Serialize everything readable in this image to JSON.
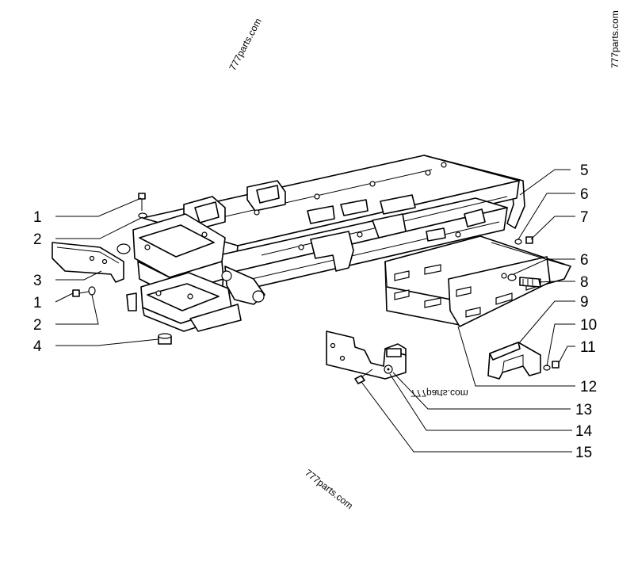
{
  "watermarks": {
    "top_left": "777parts.com",
    "top_right": "777parts.com",
    "middle_mirrored": "777parts.com",
    "bottom": "777parts.com"
  },
  "callouts": [
    {
      "id": "c1a",
      "label": "1"
    },
    {
      "id": "c2a",
      "label": "2"
    },
    {
      "id": "c3",
      "label": "3"
    },
    {
      "id": "c1b",
      "label": "1"
    },
    {
      "id": "c2b",
      "label": "2"
    },
    {
      "id": "c4",
      "label": "4"
    },
    {
      "id": "c5",
      "label": "5"
    },
    {
      "id": "c6a",
      "label": "6"
    },
    {
      "id": "c7",
      "label": "7"
    },
    {
      "id": "c6b",
      "label": "6"
    },
    {
      "id": "c8",
      "label": "8"
    },
    {
      "id": "c9",
      "label": "9"
    },
    {
      "id": "c10",
      "label": "10"
    },
    {
      "id": "c11",
      "label": "11"
    },
    {
      "id": "c12",
      "label": "12"
    },
    {
      "id": "c13",
      "label": "13"
    },
    {
      "id": "c14",
      "label": "14"
    },
    {
      "id": "c15",
      "label": "15"
    }
  ]
}
